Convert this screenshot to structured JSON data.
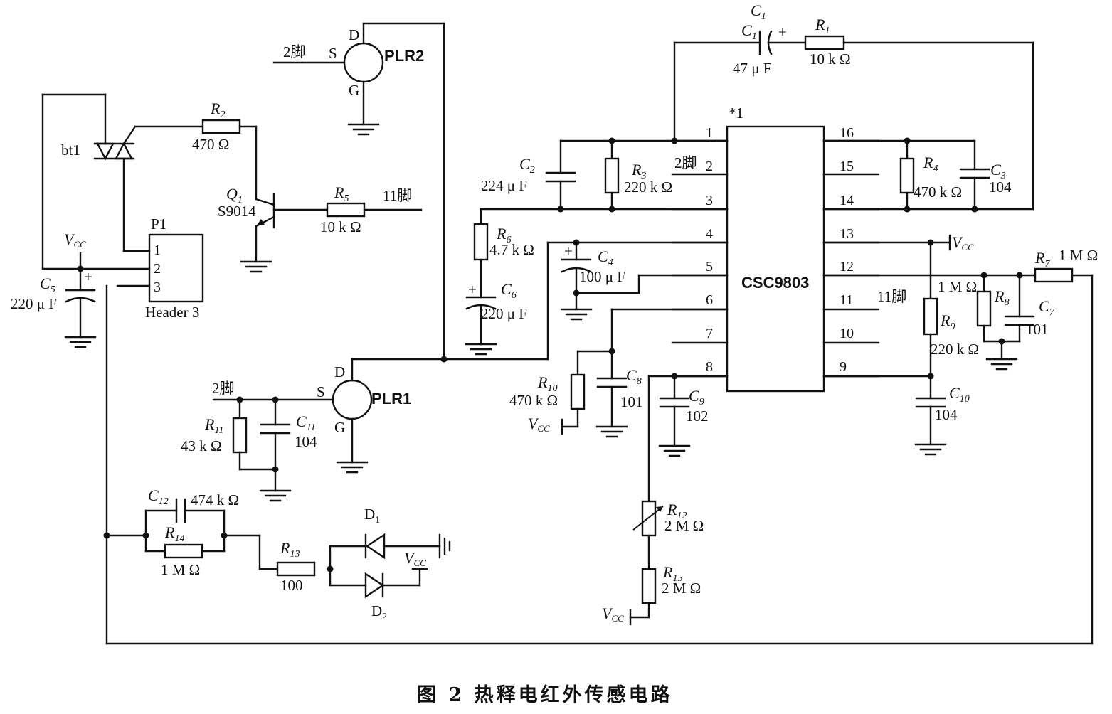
{
  "caption": "图 2   热释电红外传感电路",
  "ic": {
    "name": "CSC9803",
    "marker": "*1",
    "left_pins": [
      "1",
      "2",
      "3",
      "4",
      "5",
      "6",
      "7",
      "8"
    ],
    "right_pins": [
      "16",
      "15",
      "14",
      "13",
      "12",
      "11",
      "10",
      "9"
    ],
    "pin2_note": "2脚",
    "pin11_note": "11脚"
  },
  "sensors": [
    {
      "name": "PLR2",
      "d": "D",
      "s": "S",
      "g": "G",
      "input": "2脚"
    },
    {
      "name": "PLR1",
      "d": "D",
      "s": "S",
      "g": "G",
      "input": "2脚"
    }
  ],
  "components": {
    "C1": {
      "ref": "C",
      "sub": "1",
      "value": "47  μ F"
    },
    "R1": {
      "ref": "R",
      "sub": "1",
      "value": "10 k Ω"
    },
    "C2": {
      "ref": "C",
      "sub": "2",
      "value": "224  μ F"
    },
    "R3": {
      "ref": "R",
      "sub": "3",
      "value": "220 k Ω"
    },
    "R4": {
      "ref": "R",
      "sub": "4",
      "value": "470 k Ω"
    },
    "C3": {
      "ref": "C",
      "sub": "3",
      "value": "104"
    },
    "R6": {
      "ref": "R",
      "sub": "6",
      "value": "4.7 k Ω"
    },
    "C6": {
      "ref": "C",
      "sub": "6",
      "value": "220  μ F"
    },
    "C4": {
      "ref": "C",
      "sub": "4",
      "value": "100  μ F"
    },
    "R7": {
      "ref": "R",
      "sub": "7",
      "value": "1 M Ω"
    },
    "R8": {
      "ref": "R",
      "sub": "8",
      "value": "1 M Ω"
    },
    "C7": {
      "ref": "C",
      "sub": "7",
      "value": "101"
    },
    "R9": {
      "ref": "R",
      "sub": "9",
      "value": "220 k Ω"
    },
    "C10": {
      "ref": "C",
      "sub": "10",
      "value": "104"
    },
    "R10": {
      "ref": "R",
      "sub": "10",
      "value": "470 k Ω"
    },
    "C8": {
      "ref": "C",
      "sub": "8",
      "value": "101"
    },
    "C9": {
      "ref": "C",
      "sub": "9",
      "value": "102"
    },
    "R12": {
      "ref": "R",
      "sub": "12",
      "value": "2 M Ω"
    },
    "R15": {
      "ref": "R",
      "sub": "15",
      "value": "2 M Ω"
    },
    "R2": {
      "ref": "R",
      "sub": "2",
      "value": "470  Ω"
    },
    "R5": {
      "ref": "R",
      "sub": "5",
      "value": "10  k Ω"
    },
    "Q1": {
      "ref": "Q",
      "sub": "1",
      "value": "S9014"
    },
    "C5": {
      "ref": "C",
      "sub": "5",
      "value": "220  μ F"
    },
    "R11": {
      "ref": "R",
      "sub": "11",
      "value": "43 k Ω"
    },
    "C11": {
      "ref": "C",
      "sub": "11",
      "value": "104"
    },
    "C12": {
      "ref": "C",
      "sub": "12",
      "value": "474 k Ω"
    },
    "R14": {
      "ref": "R",
      "sub": "14",
      "value": "1 M Ω"
    },
    "R13": {
      "ref": "R",
      "sub": "13",
      "value": "100"
    },
    "D1": {
      "ref": "D",
      "sub": "1"
    },
    "D2": {
      "ref": "D",
      "sub": "2"
    }
  },
  "header": {
    "ref": "P1",
    "name": "Header 3",
    "pins": [
      "1",
      "2",
      "3"
    ]
  },
  "triac": "bt1",
  "q1_pin_note": "11脚",
  "vcc": {
    "main": "V",
    "sub": "CC"
  },
  "plus": "+"
}
